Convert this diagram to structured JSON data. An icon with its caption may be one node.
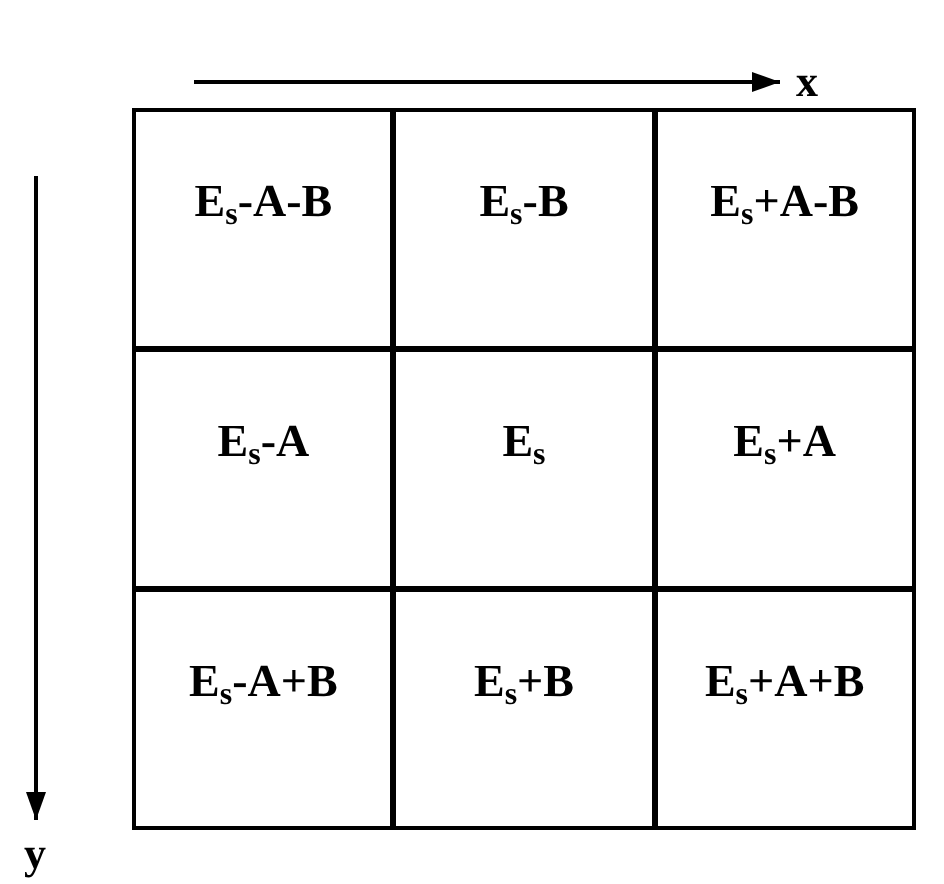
{
  "diagram": {
    "nodes": [
      {
        "text": [
          "E$_{s}$-A-B"
        ]
      },
      {
        "text": [
          "E$_{s}$-B"
        ]
      },
      {
        "text": [
          "E$_{s}$+A-B"
        ]
      },
      {
        "text": [
          "E$_{s}$-A"
        ]
      },
      {
        "text": [
          "E$_{s}$"
        ]
      },
      {
        "text": [
          "E$_{s}$+A"
        ]
      },
      {
        "text": [
          "E$_{s}$-A+B"
        ]
      },
      {
        "text": [
          "E$_{s}$+B"
        ]
      },
      {
        "text": [
          "E$_{s}$+A+B"
        ]
      }
    ],
    "labels": [
      "x",
      "y"
    ]
  }
}
